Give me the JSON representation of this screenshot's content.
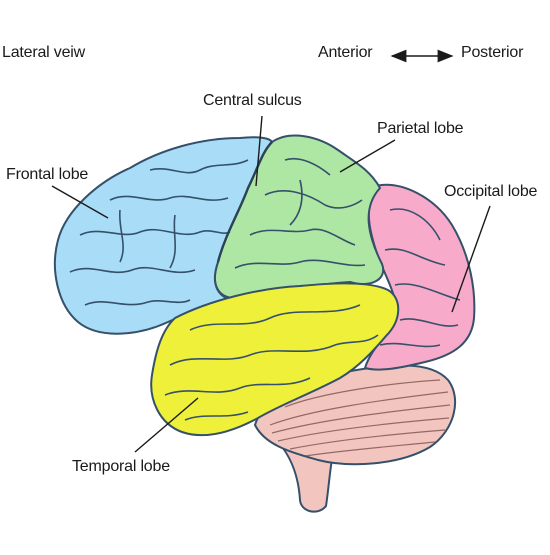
{
  "title": "Lateral veiw",
  "orientation": {
    "left": "Anterior",
    "right": "Posterior"
  },
  "labels": {
    "central_sulcus": "Central sulcus",
    "parietal": "Parietal lobe",
    "frontal": "Frontal lobe",
    "occipital": "Occipital  lobe",
    "temporal": "Temporal  lobe"
  },
  "colors": {
    "frontal": "#a9dcf6",
    "parietal": "#aee6a4",
    "occipital": "#f7aac9",
    "temporal": "#eef03a",
    "cerebellum": "#f2c6bf",
    "gyri_line": "#35506a"
  }
}
